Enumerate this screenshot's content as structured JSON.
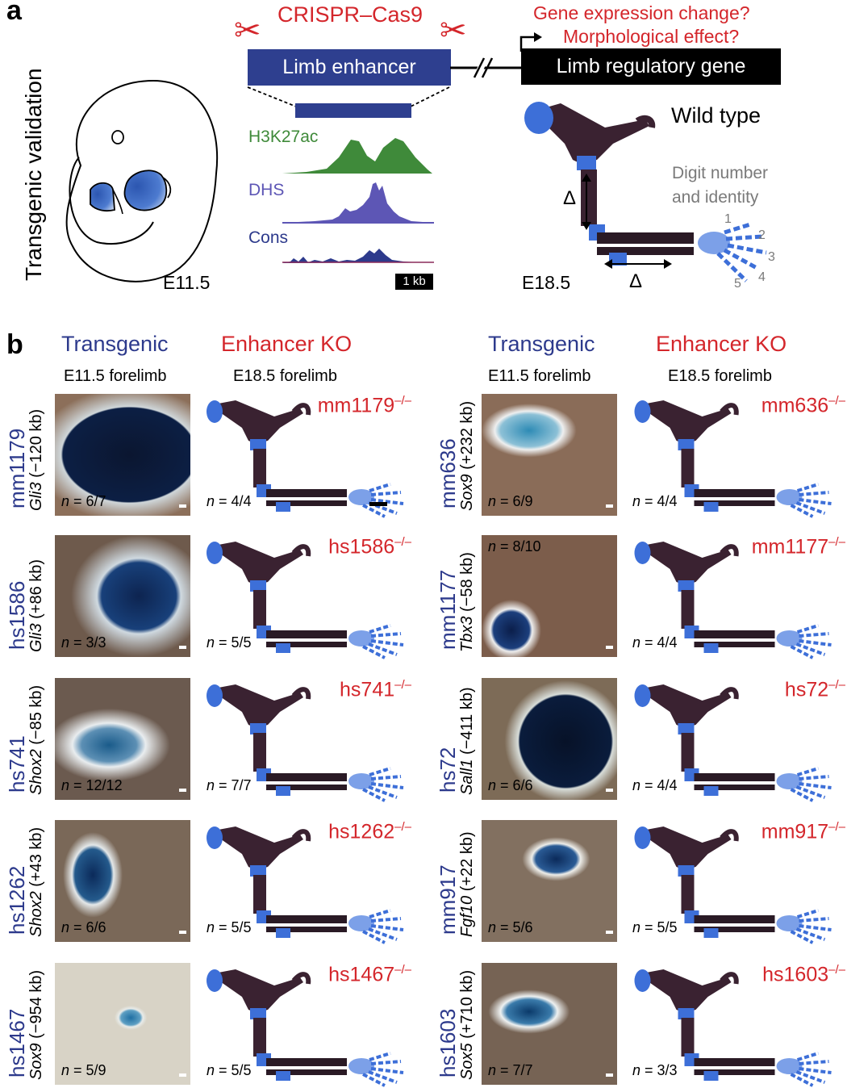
{
  "panel_a": {
    "letter": "a",
    "side_title": "Transgenic validation",
    "stage_left": "E11.5",
    "crispr_label": "CRISPR–Cas9",
    "enhancer_label": "Limb enhancer",
    "gene_label": "Limb regulatory gene",
    "question_1": "Gene expression change?",
    "question_2": "Morphological effect?",
    "tracks": [
      "H3K27ac",
      "DHS",
      "Cons"
    ],
    "scale_bar": "1 kb",
    "wild_type": "Wild type",
    "digit_note_1": "Digit number",
    "digit_note_2": "and identity",
    "digits": [
      "1",
      "2",
      "3",
      "4",
      "5"
    ],
    "delta": "Δ",
    "stage_right": "E18.5",
    "colors": {
      "red": "#d4262b",
      "navy": "#2d3a8c",
      "green": "#3f8a3a",
      "dhs": "#5d56b5"
    }
  },
  "panel_b": {
    "letter": "b",
    "col_headers": {
      "transgenic": "Transgenic",
      "enhancer_ko": "Enhancer KO",
      "e115": "E11.5 forelimb",
      "e185": "E18.5 forelimb"
    },
    "left": [
      {
        "id": "mm1179",
        "gene": "Gli3",
        "dist": " (−120 kb)",
        "n_tg": "6/7",
        "ko": "mm1179",
        "n_ko": "4/4"
      },
      {
        "id": "hs1586",
        "gene": "Gli3",
        "dist": " (+86 kb)",
        "n_tg": "3/3",
        "ko": "hs1586",
        "n_ko": "5/5"
      },
      {
        "id": "hs741",
        "gene": "Shox2",
        "dist": " (−85 kb)",
        "n_tg": "12/12",
        "ko": "hs741",
        "n_ko": "7/7"
      },
      {
        "id": "hs1262",
        "gene": "Shox2",
        "dist": " (+43 kb)",
        "n_tg": "6/6",
        "ko": "hs1262",
        "n_ko": "5/5"
      },
      {
        "id": "hs1467",
        "gene": "Sox9",
        "dist": " (−954 kb)",
        "n_tg": "5/9",
        "ko": "hs1467",
        "n_ko": "5/5"
      }
    ],
    "right": [
      {
        "id": "mm636",
        "gene": "Sox9",
        "dist": " (+232 kb)",
        "n_tg": "6/9",
        "ko": "mm636",
        "n_ko": "4/4"
      },
      {
        "id": "mm1177",
        "gene": "Tbx3",
        "dist": " (−58 kb)",
        "n_tg": "8/10",
        "ko": "mm1177",
        "n_ko": "4/4"
      },
      {
        "id": "hs72",
        "gene": "Sall1",
        "dist": " (−411 kb)",
        "n_tg": "6/6",
        "ko": "hs72",
        "n_ko": "4/4"
      },
      {
        "id": "mm917",
        "gene": "Fgf10",
        "dist": " (+22 kb)",
        "n_tg": "5/6",
        "ko": "mm917",
        "n_ko": "5/5"
      },
      {
        "id": "hs1603",
        "gene": "Sox5",
        "dist": " (+710 kb)",
        "n_tg": "7/7",
        "ko": "hs1603",
        "n_ko": "3/3"
      }
    ],
    "n_prefix": "n",
    "ko_superscript": "–/–"
  }
}
